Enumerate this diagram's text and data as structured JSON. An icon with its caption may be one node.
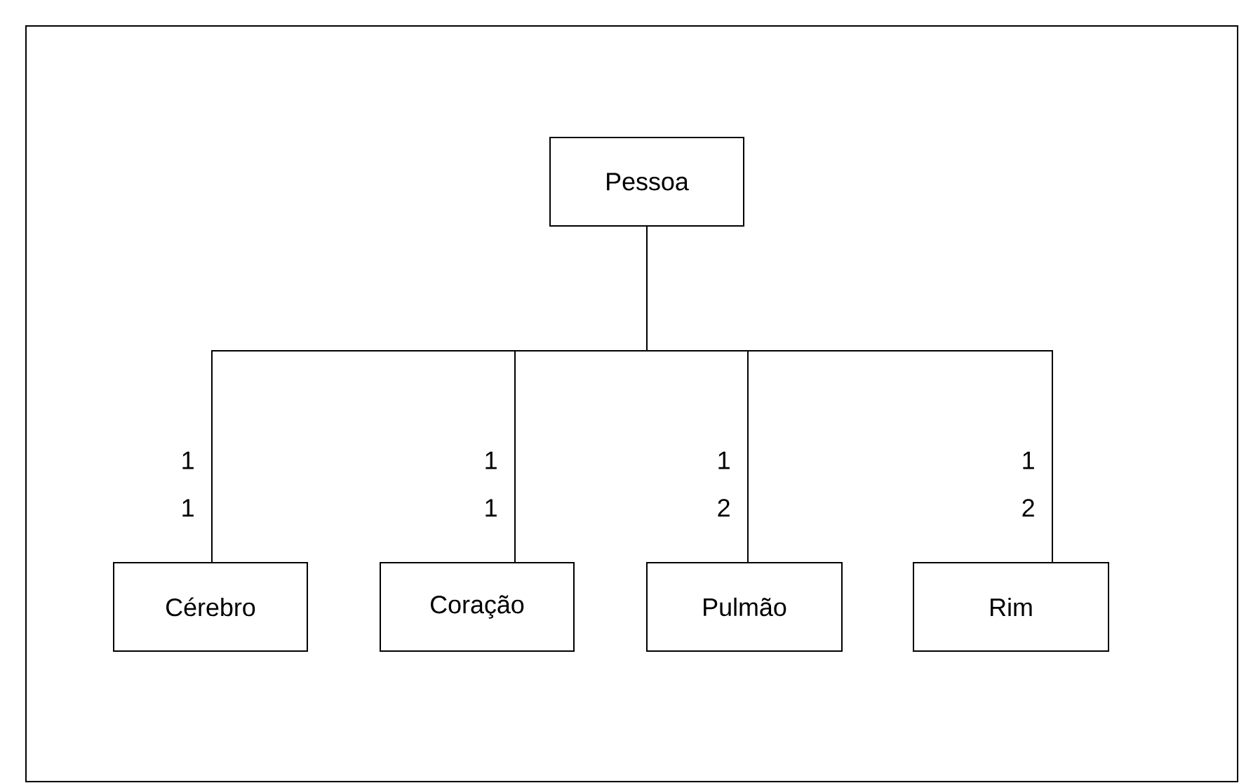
{
  "diagram": {
    "nodes": [
      {
        "text": [
          "Pessoa"
        ]
      },
      {
        "text": [
          "Cérebro"
        ]
      },
      {
        "text": [
          "Coração"
        ]
      },
      {
        "text": [
          "Pulmão"
        ]
      },
      {
        "text": [
          "Rim"
        ]
      }
    ],
    "edges": [
      {
        "from": 0,
        "to": 1,
        "arrow": "none",
        "label": "1 1"
      },
      {
        "from": 0,
        "to": 2,
        "arrow": "none",
        "label": "1 1"
      },
      {
        "from": 0,
        "to": 3,
        "arrow": "none",
        "label": "1 2"
      },
      {
        "from": 0,
        "to": 4,
        "arrow": "none",
        "label": "1 2"
      }
    ]
  }
}
